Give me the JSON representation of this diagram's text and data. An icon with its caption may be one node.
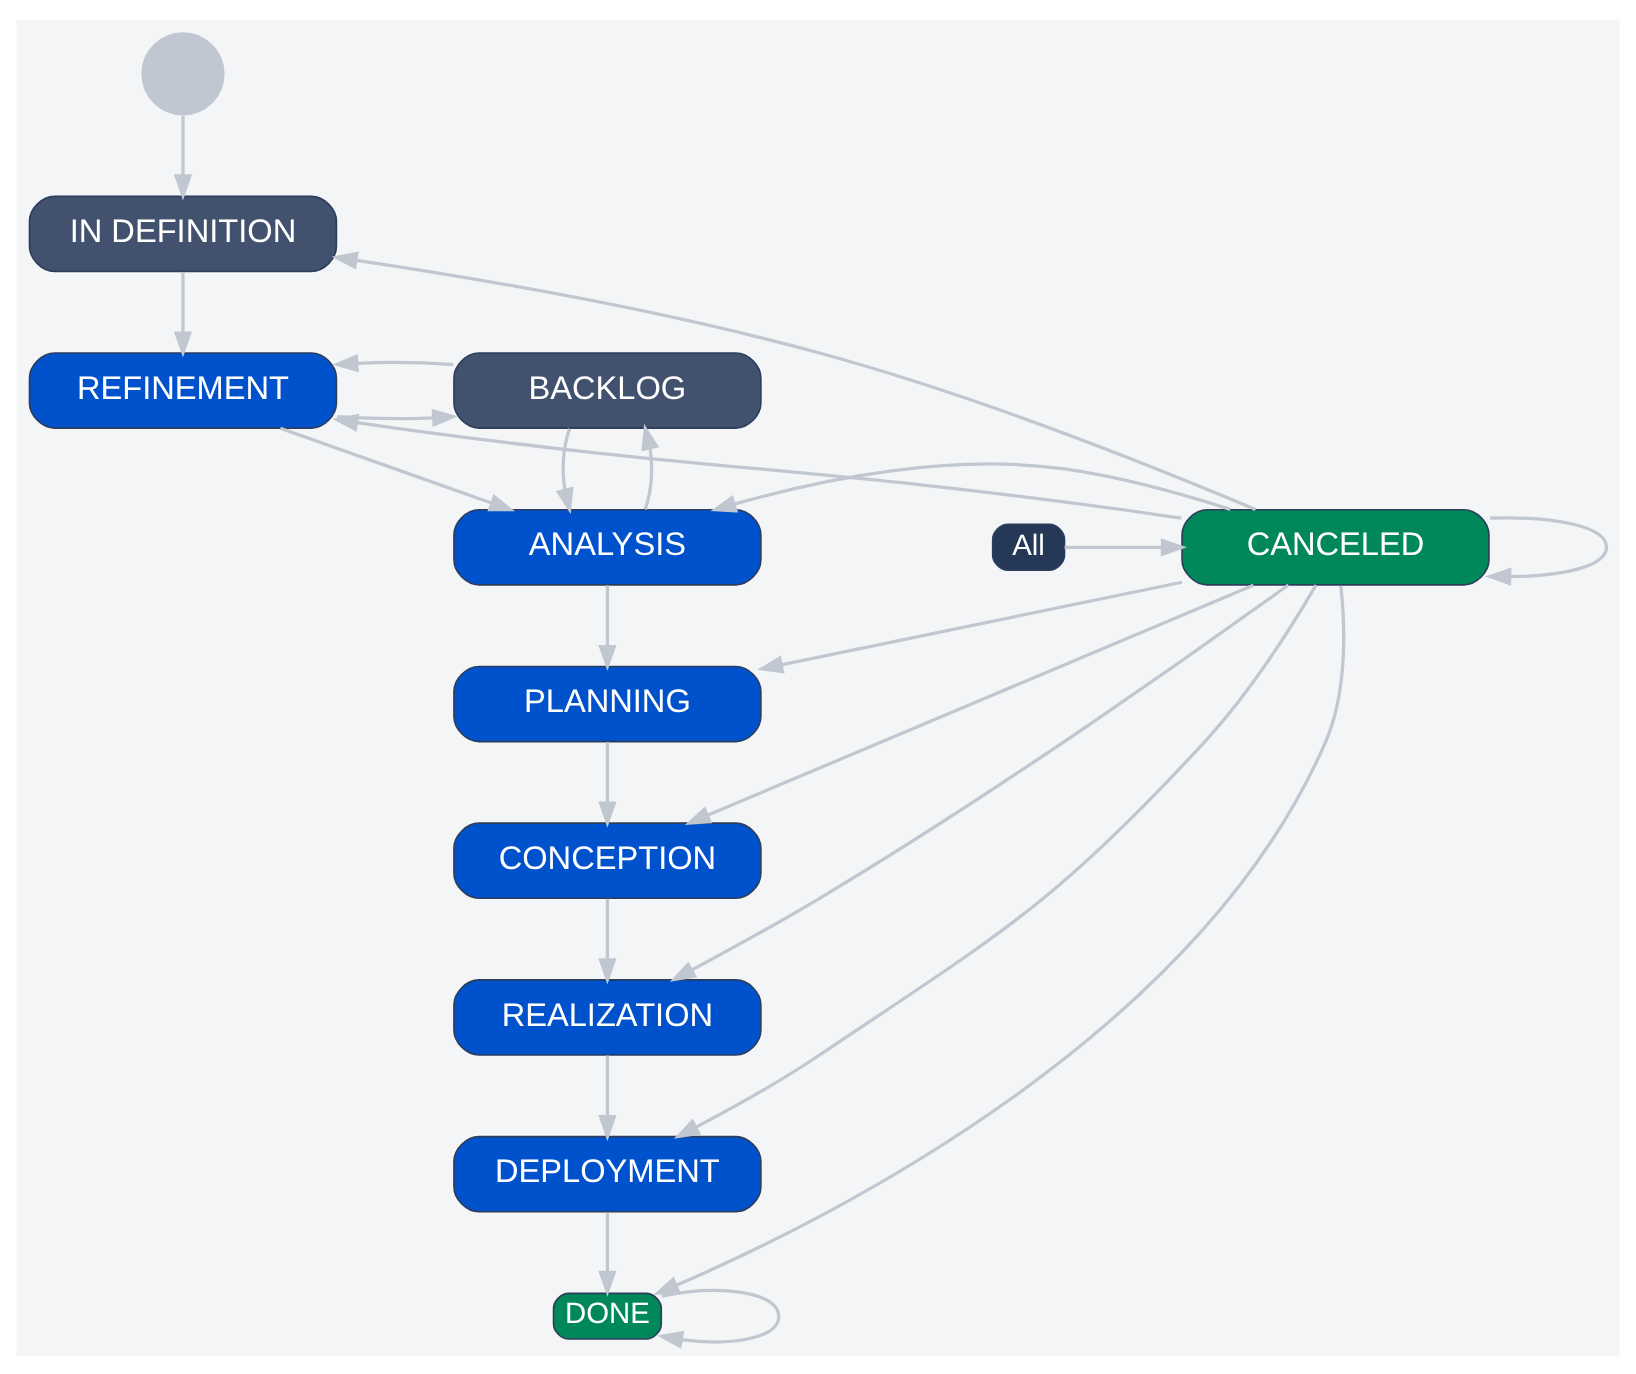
{
  "diagram": {
    "nodes": [
      {
        "text": [],
        "shape": "circle"
      },
      {
        "text": [
          "IN DEFINITION"
        ]
      },
      {
        "text": [
          "REFINEMENT"
        ]
      },
      {
        "text": [
          "BACKLOG"
        ]
      },
      {
        "text": [
          "ANALYSIS"
        ]
      },
      {
        "text": [
          "CANCELED"
        ]
      },
      {
        "text": [
          "All"
        ]
      },
      {
        "text": [
          "PLANNING"
        ]
      },
      {
        "text": [
          "CONCEPTION"
        ]
      },
      {
        "text": [
          "REALIZATION"
        ]
      },
      {
        "text": [
          "DEPLOYMENT"
        ]
      },
      {
        "text": [
          "DONE"
        ]
      }
    ],
    "edges": [
      {
        "from": 0,
        "to": 1,
        "arrow": "to"
      },
      {
        "from": 1,
        "to": 2,
        "arrow": "to"
      },
      {
        "from": 2,
        "to": 4,
        "arrow": "to"
      },
      {
        "from": 4,
        "to": 7,
        "arrow": "to"
      },
      {
        "from": 7,
        "to": 8,
        "arrow": "to"
      },
      {
        "from": 8,
        "to": 9,
        "arrow": "to"
      },
      {
        "from": 9,
        "to": 10,
        "arrow": "to"
      },
      {
        "from": 10,
        "to": 11,
        "arrow": "to"
      },
      {
        "from": 11,
        "to": 11,
        "arrow": "to"
      },
      {
        "from": 2,
        "to": 3,
        "arrow": "to"
      },
      {
        "from": 3,
        "to": 2,
        "arrow": "to"
      },
      {
        "from": 3,
        "to": 4,
        "arrow": "to"
      },
      {
        "from": 4,
        "to": 3,
        "arrow": "to"
      },
      {
        "from": 5,
        "to": 5,
        "arrow": "to"
      },
      {
        "from": 6,
        "to": 5,
        "arrow": "to"
      },
      {
        "from": 5,
        "to": 1,
        "arrow": "to"
      },
      {
        "from": 5,
        "to": 2,
        "arrow": "to"
      },
      {
        "from": 5,
        "to": 4,
        "arrow": "to"
      },
      {
        "from": 5,
        "to": 7,
        "arrow": "to"
      },
      {
        "from": 5,
        "to": 8,
        "arrow": "to"
      },
      {
        "from": 5,
        "to": 9,
        "arrow": "to"
      },
      {
        "from": 5,
        "to": 10,
        "arrow": "to"
      },
      {
        "from": 5,
        "to": 11,
        "arrow": "to"
      }
    ]
  }
}
